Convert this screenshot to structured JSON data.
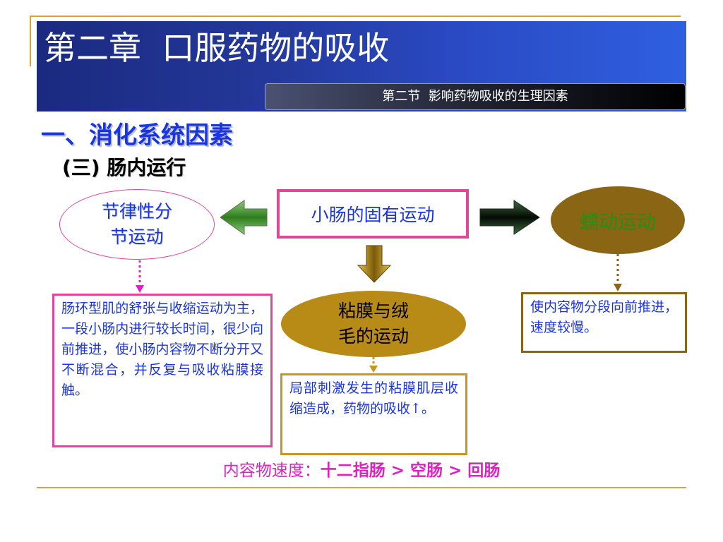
{
  "header": {
    "chapter_title": "第二章  口服药物的吸收",
    "section_title": "第二节  影响药物吸收的生理因素"
  },
  "heading": "一、消化系统因素",
  "subheading": "(三) 肠内运行",
  "diagram": {
    "segmental": "节律性分\n节运动",
    "intrinsic": "小肠的固有运动",
    "peristalsis": "蠕动运动",
    "mucosa": "粘膜与绒\n毛的运动",
    "note_segmental": "肠环型肌的舒张与收缩运动为主，一段小肠内进行较长时间，很少向前推进，使小肠内容物不断分开又不断混合，并反复与吸收粘膜接触。",
    "note_mucosa": "局部刺激发生的粘膜肌层收缩造成，药物的吸收↑。",
    "note_peristalsis": "使内容物分段向前推进，速度较慢。"
  },
  "speed": {
    "label": "内容物速度：",
    "value": "十二指肠 > 空肠 > 回肠"
  },
  "colors": {
    "banner": "#2a4ac4",
    "heading_blue": "#1a35e0",
    "pink": "#e0469a",
    "gold": "#c8961e",
    "brown": "#8a6514",
    "green": "#2a8c14",
    "magenta": "#e020c0"
  }
}
